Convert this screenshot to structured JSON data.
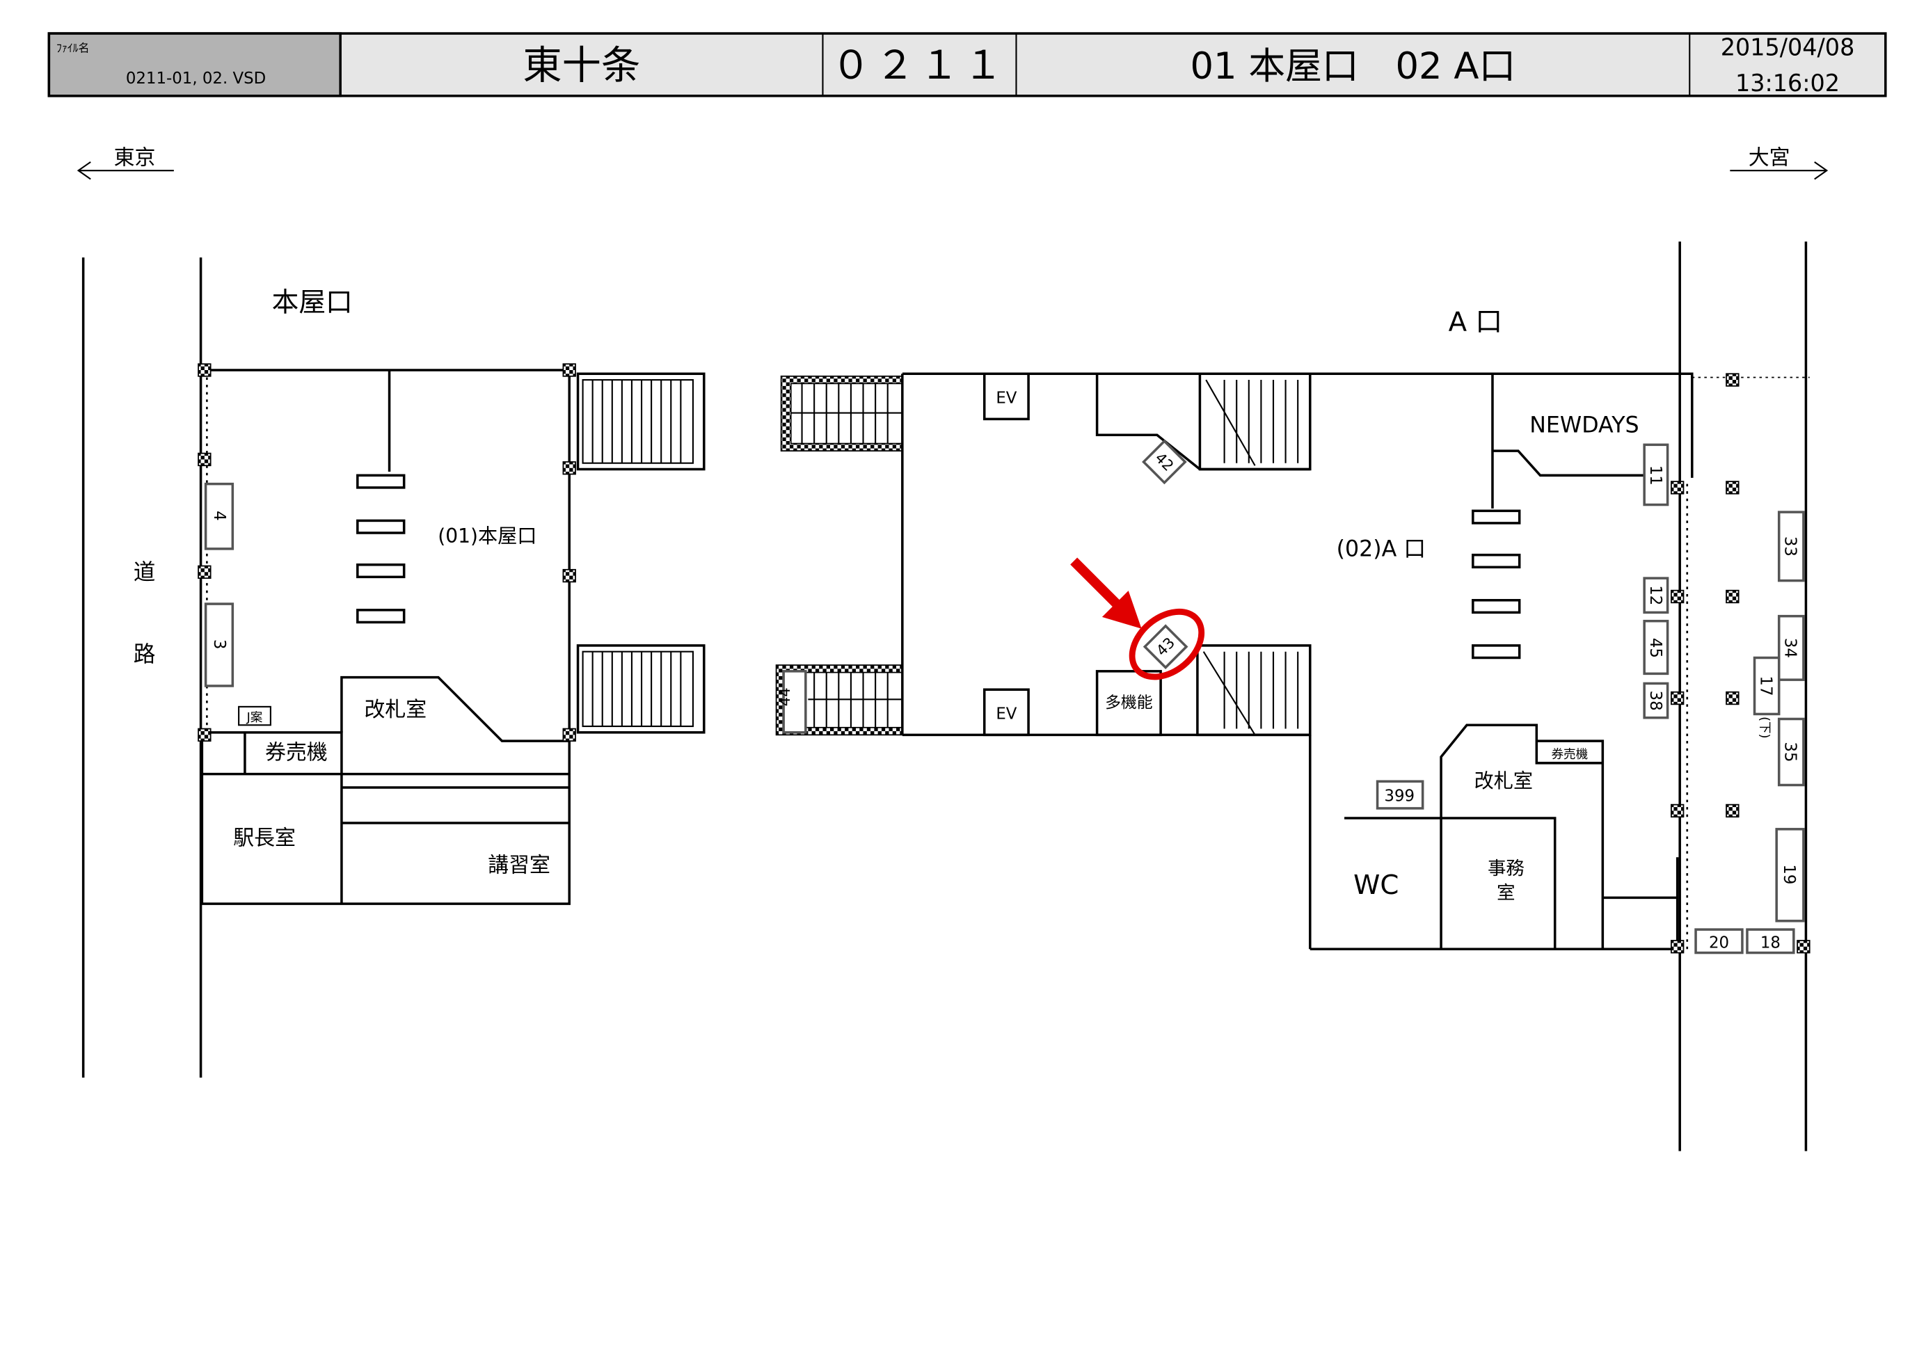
{
  "header": {
    "file_label": "ﾌｧｲﾙ名",
    "file_name": "0211-01, 02. VSD",
    "station": "東十条",
    "station_code": "０２１１",
    "exits": "01 本屋口　02 A口",
    "date": "2015/04/08",
    "time": "13:16:02"
  },
  "directions": {
    "left": "東京",
    "right": "大宮"
  },
  "labels": {
    "honya_exit": "本屋口",
    "a_exit": "A 口",
    "road_1": "道",
    "road_2": "路",
    "gate_01": "(01)本屋口",
    "gate_02": "(02)A 口",
    "ticket_office_left": "改札室",
    "ticket_machine_left": "券売機",
    "j_info": "J案",
    "station_master": "駅長室",
    "lecture_room": "講習室",
    "ev_top": "EV",
    "ev_bottom": "EV",
    "multipurpose": "多機能",
    "newdays": "NEWDAYS",
    "ticket_office_right": "改札室",
    "ticket_machine_right": "券売機",
    "office_1": "事務",
    "office_2": "室",
    "wc": "WC",
    "down": "(下)"
  },
  "ad_boxes": [
    "4",
    "3",
    "44",
    "42",
    "43",
    "11",
    "12",
    "45",
    "38",
    "33",
    "34",
    "17",
    "35",
    "19",
    "20",
    "18",
    "399"
  ],
  "highlight": {
    "target": "43",
    "color": "#e00000"
  }
}
